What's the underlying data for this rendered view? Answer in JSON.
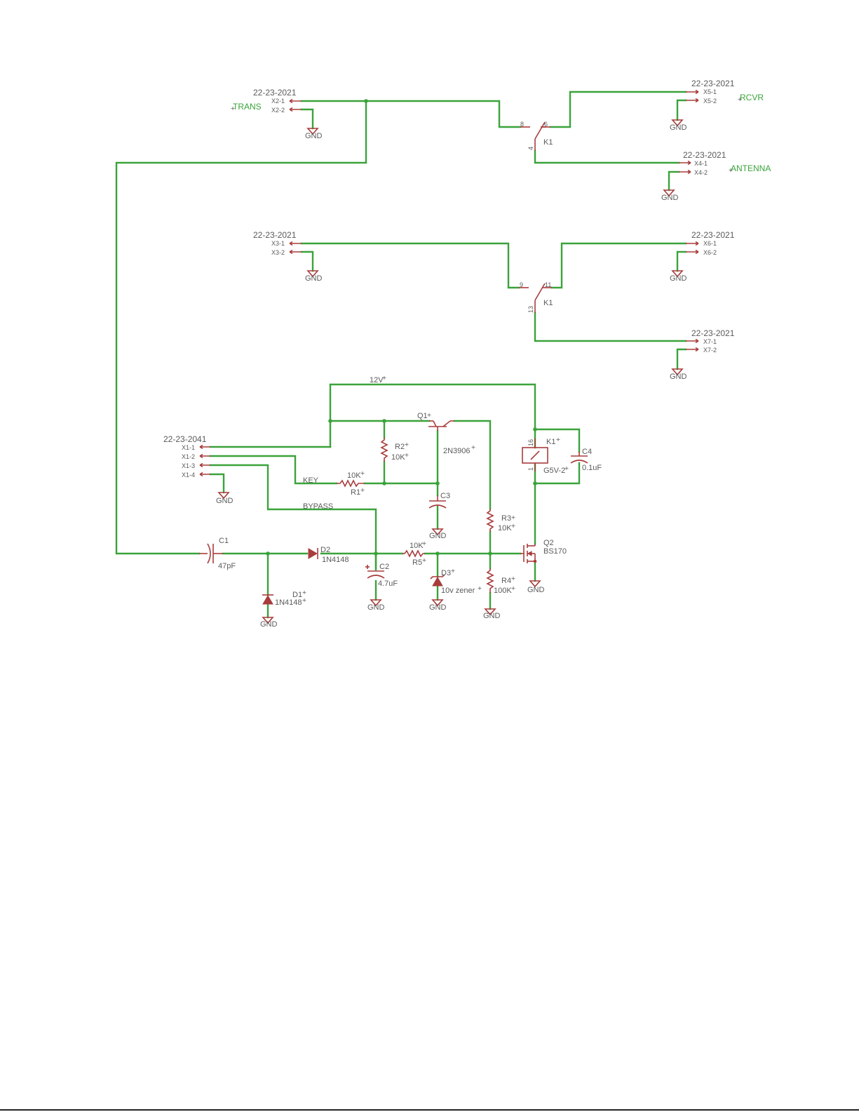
{
  "labels": {
    "conn_x2": "22-23-2021",
    "x2_1": "X2-1",
    "x2_2": "X2-2",
    "trans": "TRANS",
    "conn_x5": "22-23-2021",
    "x5_1": "X5-1",
    "x5_2": "X5-2",
    "rcvr": "RCVR",
    "conn_x4": "22-23-2021",
    "x4_1": "X4-1",
    "x4_2": "X4-2",
    "antenna": "ANTENNA",
    "conn_x3": "22-23-2021",
    "x3_1": "X3-1",
    "x3_2": "X3-2",
    "conn_x6": "22-23-2021",
    "x6_1": "X6-1",
    "x6_2": "X6-2",
    "conn_x7": "22-23-2021",
    "x7_1": "X7-1",
    "x7_2": "X7-2",
    "conn_x1": "22-23-2041",
    "x1_1": "X1-1",
    "x1_2": "X1-2",
    "x1_3": "X1-3",
    "x1_4": "X1-4",
    "gnd": "GND",
    "k1": "K1",
    "pin8": "8",
    "pin6": "6",
    "pin4": "4",
    "pin9": "9",
    "pin11": "11",
    "pin13": "13",
    "pin16": "16",
    "pin1": "1",
    "k1_coil_value": "G5V-2",
    "v12": "12V",
    "q1": "Q1",
    "q1_value": "2N3906",
    "r2": "R2",
    "r2_value": "10K",
    "r1": "R1",
    "r1_value": "10K",
    "key": "KEY",
    "bypass": "BYPASS",
    "c3": "C3",
    "r3": "R3",
    "r3_value": "10K",
    "c4": "C4",
    "c4_value": "0.1uF",
    "c1": "C1",
    "c1_value": "47pF",
    "d2": "D2",
    "d2_value": "1N4148",
    "d1": "D1",
    "d1_value": "1N4148",
    "c2": "C2",
    "c2_value": "4.7uF",
    "r5": "R5",
    "r5_value": "10K",
    "d3": "D3",
    "d3_value": "10v zener",
    "r4": "R4",
    "r4_value": "100K",
    "q2": "Q2",
    "q2_value": "BS170"
  },
  "colors": {
    "wire": "#3aa33a",
    "symbol": "#a83c3c",
    "text": "#5a5a5a"
  }
}
